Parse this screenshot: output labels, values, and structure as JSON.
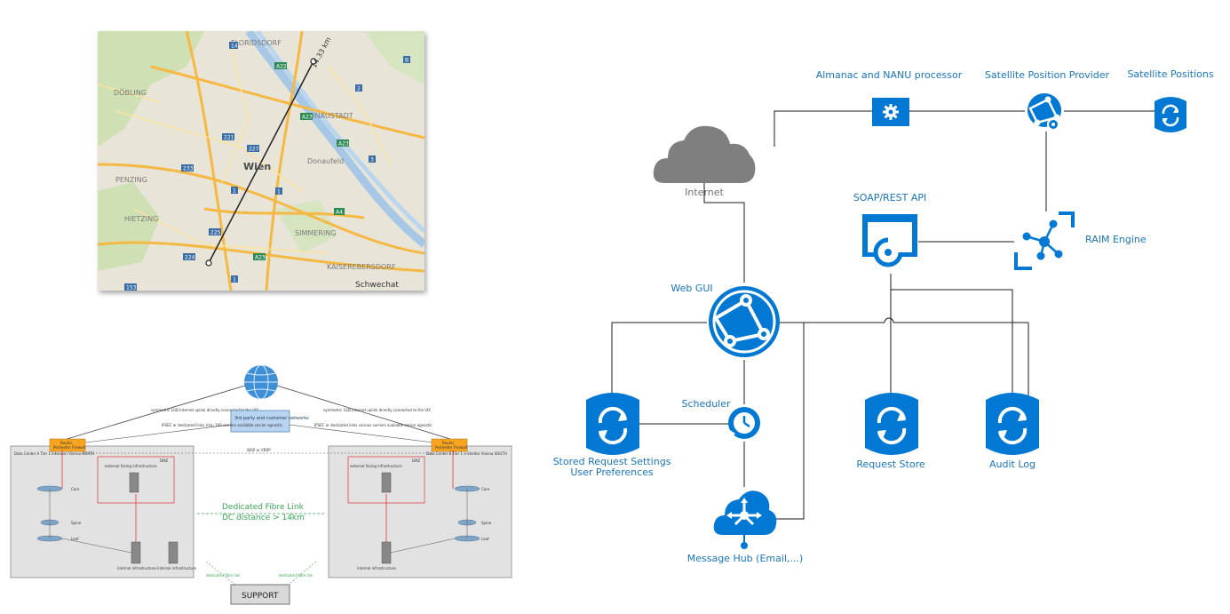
{
  "map": {
    "city": "Wien",
    "districts": [
      "FLORIDSDORF",
      "DÖBLING",
      "DONAUSTADT",
      "Donaufeld",
      "PENZING",
      "HIETZING",
      "SIMMERING",
      "KAISEREBERSDORF",
      "Schwechat"
    ],
    "road_labels": [
      "A22",
      "A23",
      "A4",
      "A23",
      "14",
      "221",
      "227",
      "233",
      "1",
      "1",
      "3",
      "225",
      "224",
      "A23",
      "153",
      "B",
      "2",
      "1"
    ],
    "distance_label": "14.33 km"
  },
  "dc_diagram": {
    "internet_note_left": "symmetric 1GB Internet uplink directly connected to the VIX",
    "internet_note_right": "symmetric 1GB Internet uplink directly connected to the VIX",
    "third_party": "3rd party and customer networks",
    "ipsec_left": "IPSEC or dedicated links (min 100 carriers available carrier agnostic",
    "ipsec_right": "IPSEC or dedicated links various carriers available carrier agnostic",
    "router_left_1": "Router",
    "router_left_2": "Perimeter Firewall",
    "router_right_1": "Router",
    "router_right_2": "Perimeter Firewall",
    "bgp": "iBGP or VRRP",
    "dc_left": "Data Center A Tier 1 Interxion Vienna NORTH",
    "dc_right": "Data Center B Tier 1 e-Shelter Vienna SOUTH",
    "dmz": "DMZ",
    "ext_infra": "external facing infrastructure",
    "int_infra_left": "internal infrastructure internal infrastructure",
    "int_infra_right": "internal infrastructure",
    "core": "Core",
    "spine": "Spine",
    "leaf": "Leaf",
    "fibre_line1": "Dedicated Fibre Link",
    "fibre_line2": "DC distance > 14km",
    "dedicated_fibre_left": "dedicated fibre link",
    "dedicated_fibre_right": "dedicated fibre link",
    "support": "SUPPORT"
  },
  "arch": {
    "almanac": "Almanac and NANU processor",
    "sat_provider": "Satellite Position Provider",
    "sat_positions": "Satellite Positions",
    "internet": "Internet",
    "soap": "SOAP/REST API",
    "raim": "RAIM Engine",
    "web_gui": "Web GUI",
    "scheduler": "Scheduler",
    "stored_1": "Stored Request Settings",
    "stored_2": "User Preferences",
    "request_store": "Request Store",
    "audit_log": "Audit Log",
    "message_hub": "Message Hub (Email,...)"
  },
  "colors": {
    "azure_blue": "#0078d4",
    "cloud_grey": "#7f7f7f",
    "label_blue": "#1b75bb",
    "fibre_green": "#3aa655",
    "router_orange": "#f7a521"
  }
}
